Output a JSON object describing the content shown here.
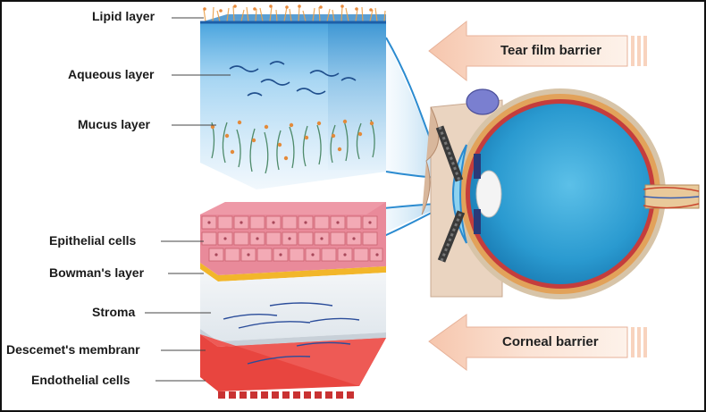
{
  "tear_film": {
    "labels": {
      "lipid": "Lipid layer",
      "aqueous": "Aqueous layer",
      "mucus": "Mucus layer"
    },
    "arrow_label": "Tear film barrier"
  },
  "cornea": {
    "labels": {
      "epithelial": "Epithelial cells",
      "bowman": "Bowman's layer",
      "stroma": "Stroma",
      "descemet": "Descemet's membranr",
      "endothelial": "Endothelial cells"
    },
    "arrow_label": "Corneal barrier"
  },
  "colors": {
    "tear_film_blue": "#4aa9e0",
    "epithelial_pink": "#e98a9a",
    "bowman_yellow": "#f2b62a",
    "descemet_red": "#e8453f",
    "arrow_peach": "#f8d3be",
    "eye_blue": "#2f9fd0"
  }
}
